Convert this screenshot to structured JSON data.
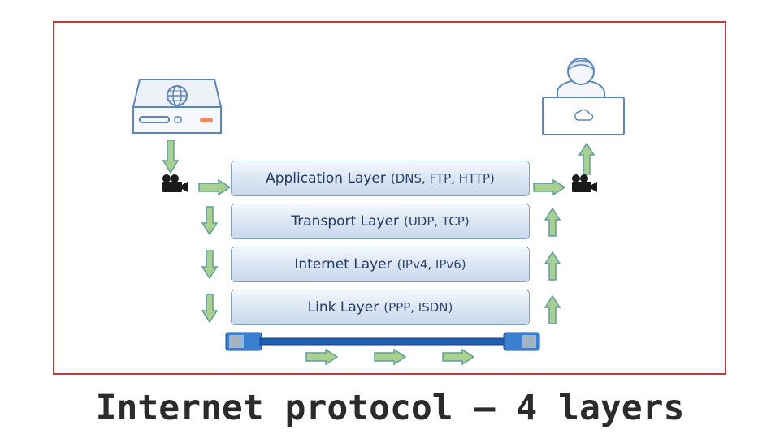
{
  "layers": [
    {
      "name": "Application Layer",
      "protocols": "(DNS, FTP, HTTP)"
    },
    {
      "name": "Transport Layer",
      "protocols": "(UDP, TCP)"
    },
    {
      "name": "Internet Layer",
      "protocols": "(IPv4, IPv6)"
    },
    {
      "name": "Link Layer",
      "protocols": "(PPP, ISDN)"
    }
  ],
  "title": "Internet protocol – 4 layers",
  "colors": {
    "frame": "#c0393b",
    "arrow_fill": "#a9d08e",
    "arrow_stroke": "#5f9ea0",
    "layer_text": "#243a63",
    "cable": "#1f5fb5"
  },
  "icons": [
    "server-icon",
    "user-laptop-icon",
    "camera-icon",
    "ethernet-cable-icon"
  ]
}
